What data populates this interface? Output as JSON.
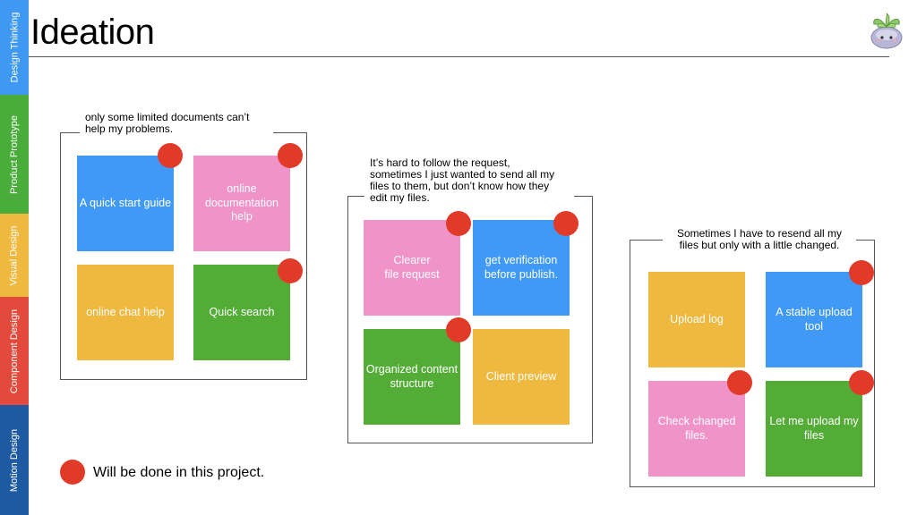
{
  "side_tabs": [
    {
      "label": "Design Thinking",
      "color": "#3f99f2"
    },
    {
      "label": "Product Prototype",
      "color": "#4aad3b"
    },
    {
      "label": "Visual Design",
      "color": "#eeb93e"
    },
    {
      "label": "Component Design",
      "color": "#e44a3b"
    },
    {
      "label": "Motion Design",
      "color": "#1e5aa2"
    }
  ],
  "page": {
    "title": "Ideation",
    "logo_icon": "plant-mascot-icon"
  },
  "groups": [
    {
      "caption": "only some limited documents can’t\nhelp my problems.",
      "notes": [
        {
          "text": "A quick start guide",
          "color": "blue",
          "marked": true
        },
        {
          "text": "online\ndocumentation\nhelp",
          "color": "pink",
          "marked": true
        },
        {
          "text": "online chat help",
          "color": "yellow",
          "marked": false
        },
        {
          "text": "Quick search",
          "color": "green",
          "marked": true
        }
      ]
    },
    {
      "caption": "It’s hard to follow the request,\nsometimes I just wanted to send all my\nfiles to them, but don’t know how they\nedit my files.",
      "notes": [
        {
          "text": "Clearer\nfile request",
          "color": "pink",
          "marked": true
        },
        {
          "text": "get verification\nbefore publish.",
          "color": "blue",
          "marked": true
        },
        {
          "text": "Organized content\nstructure",
          "color": "green",
          "marked": true
        },
        {
          "text": "Client preview",
          "color": "yellow",
          "marked": false
        }
      ]
    },
    {
      "caption": "Sometimes I have to resend all my\nfiles but only with a little changed.",
      "notes": [
        {
          "text": "Upload log",
          "color": "yellow",
          "marked": false
        },
        {
          "text": "A stable upload\ntool",
          "color": "blue",
          "marked": true
        },
        {
          "text": "Check changed\nfiles.",
          "color": "pink",
          "marked": true
        },
        {
          "text": "Let me upload my\nfiles",
          "color": "green",
          "marked": true
        }
      ]
    }
  ],
  "legend": {
    "text": "Will be done in this project.",
    "marker_color": "#e23a28"
  }
}
